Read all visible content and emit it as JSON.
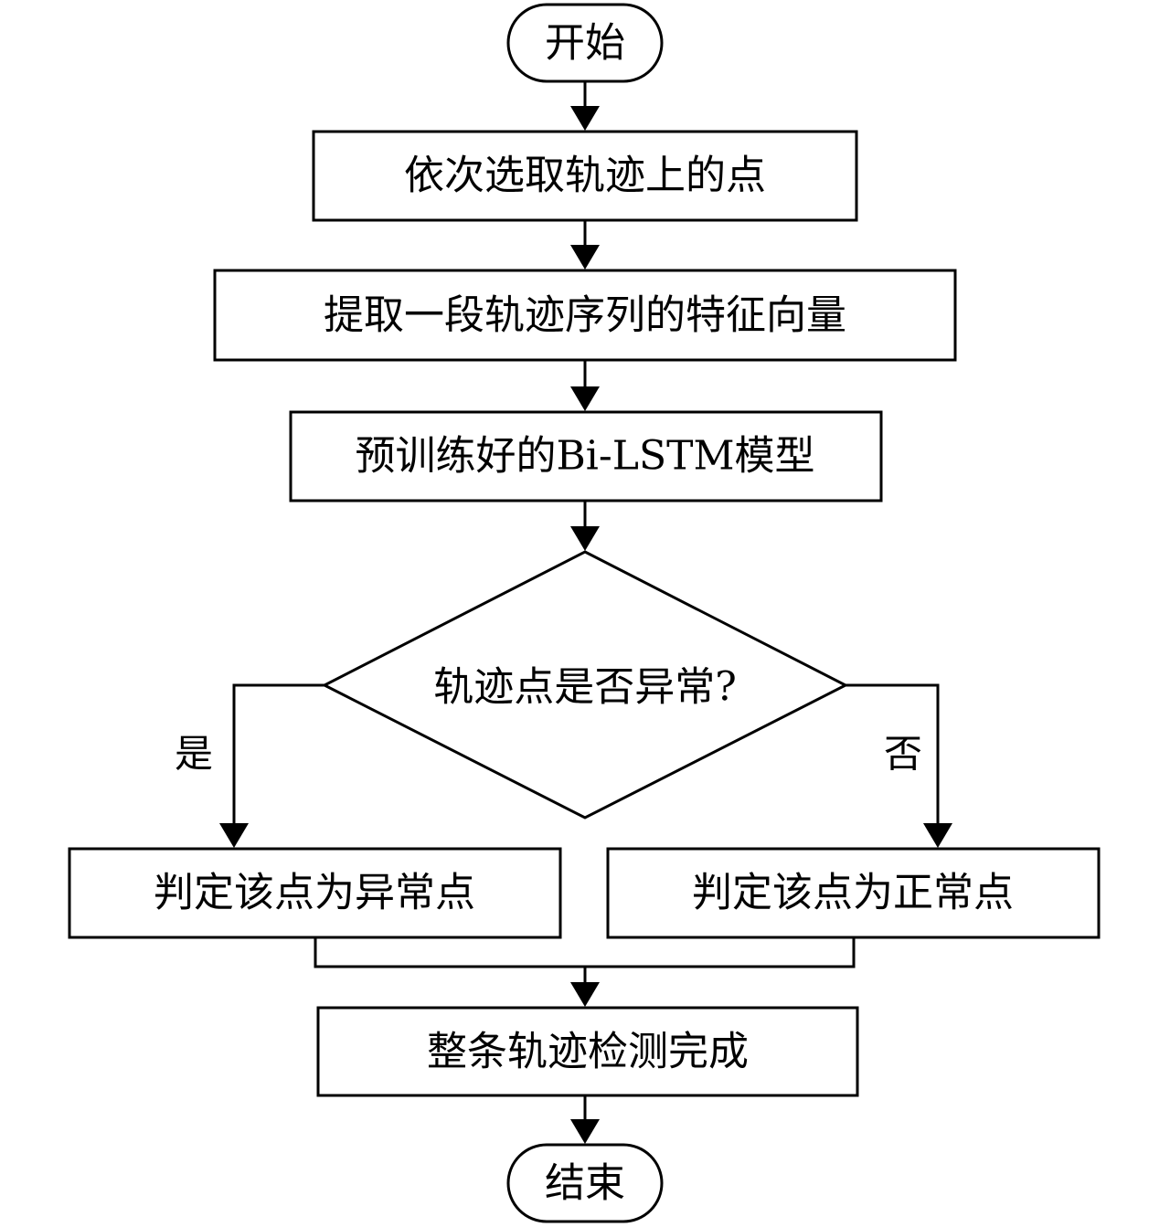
{
  "flowchart": {
    "start": "开始",
    "steps": [
      "依次选取轨迹上的点",
      "提取一段轨迹序列的特征向量",
      "预训练好的Bi-LSTM模型"
    ],
    "decision": {
      "question": "轨迹点是否异常?",
      "yes_label": "是",
      "no_label": "否",
      "yes_result": "判定该点为异常点",
      "no_result": "判定该点为正常点"
    },
    "final_step": "整条轨迹检测完成",
    "end": "结束"
  }
}
